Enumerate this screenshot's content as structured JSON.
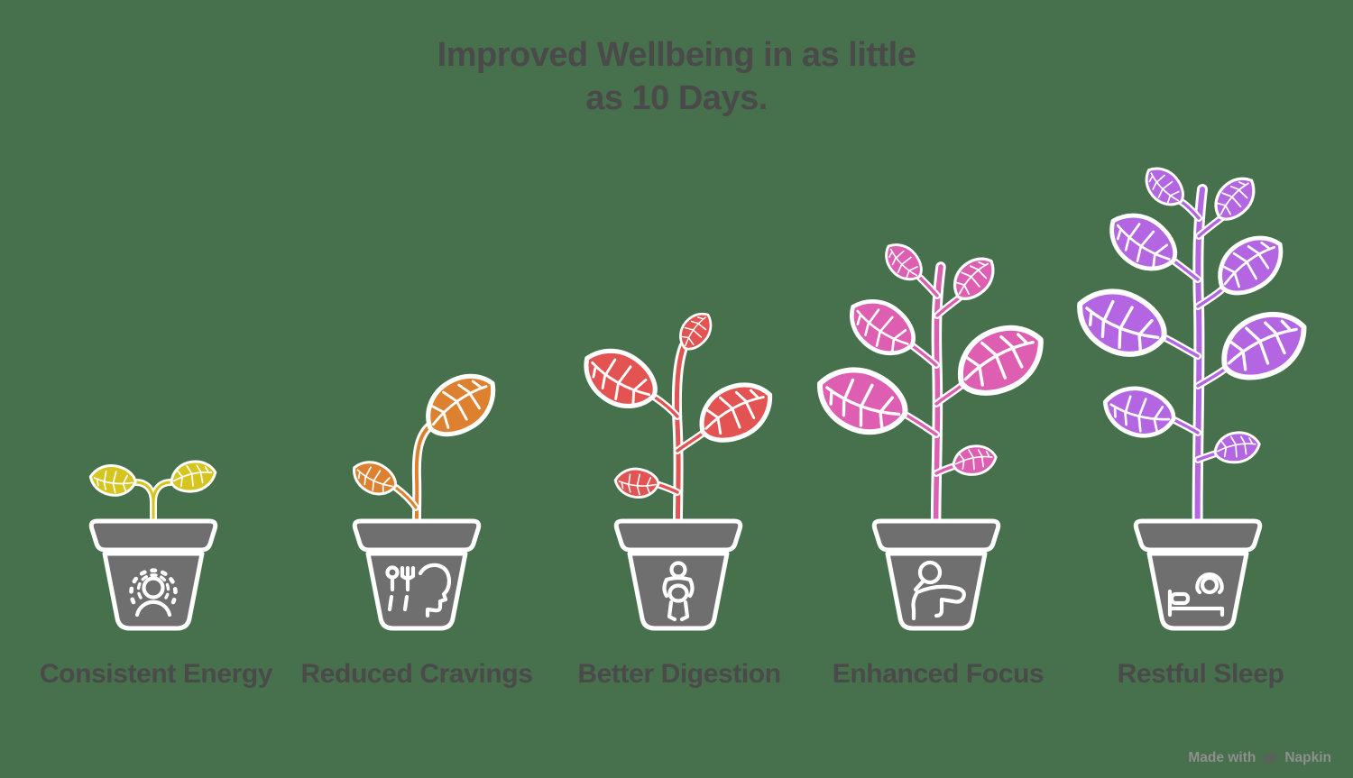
{
  "title": {
    "line1": "Improved Wellbeing in as little",
    "line2": "as 10 Days."
  },
  "theme": {
    "background": "#47704d",
    "text": "#4a4a4a",
    "pot": "#6f6f6f",
    "outline": "#ffffff",
    "watermark-text": "#8f8f8f",
    "watermark-logo": "#5f5f5f"
  },
  "items": [
    {
      "label": "Consistent Energy",
      "color": "#d6c41f",
      "icon": "energy-sunburst-person-icon"
    },
    {
      "label": "Reduced Cravings",
      "color": "#dd8130",
      "icon": "head-with-cutlery-icon"
    },
    {
      "label": "Better Digestion",
      "color": "#e25352",
      "icon": "person-holding-stomach-icon"
    },
    {
      "label": "Enhanced Focus",
      "color": "#de5fb2",
      "icon": "magnifier-over-head-icon"
    },
    {
      "label": "Restful Sleep",
      "color": "#b465e2",
      "icon": "person-sleeping-in-bed-icon"
    }
  ],
  "watermark": {
    "prefix": "Made with",
    "brand": "Napkin"
  }
}
